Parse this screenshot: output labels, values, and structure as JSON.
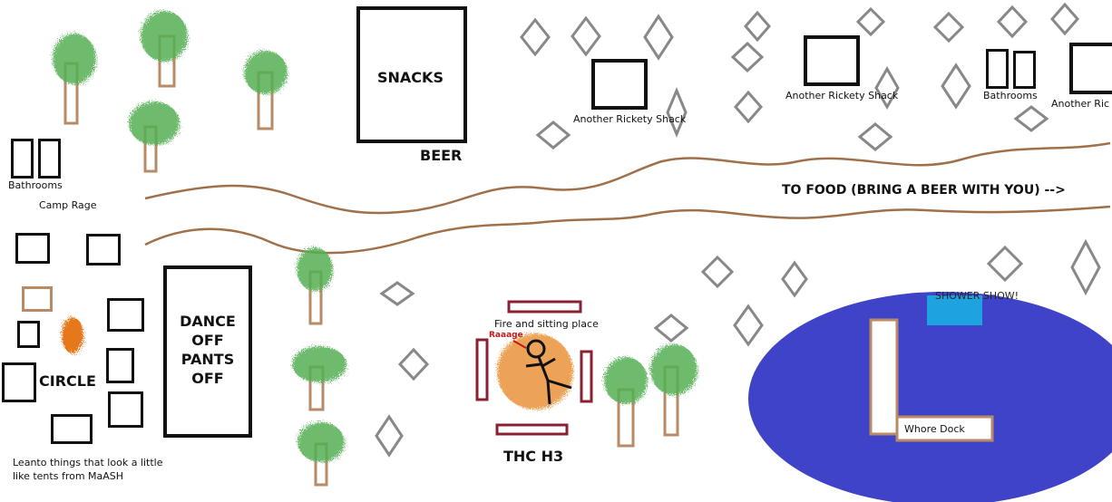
{
  "map": {
    "labels": {
      "bathrooms_left": "Bathrooms",
      "camp_rage": "Camp Rage",
      "circle": "CIRCLE",
      "dance": "DANCE OFF PANTS OFF",
      "leanto": "Leanto things that look a little like tents from MaASH",
      "snacks": "SNACKS",
      "beer": "BEER",
      "shack_1": "Another Rickety Shack",
      "shack_2": "Another Rickety Shack",
      "shack_3": "Another Ric",
      "bathrooms_right": "Bathrooms",
      "to_food": "TO FOOD (BRING A BEER WITH YOU) -->",
      "fire": "Fire and sitting place",
      "raaage": "Raaage",
      "thc": "THC H3",
      "shower": "SHOWER SHOW!",
      "dock": "Whore Dock"
    },
    "colors": {
      "trunk": "#b88a66",
      "foliage": "#55b055",
      "path": "#a0704a",
      "lake": "#3f43c8",
      "shower": "#1ea3e0",
      "bench": "#8b2030",
      "fire": "#e9943a",
      "fire_orange_blob": "#e6781e"
    }
  }
}
